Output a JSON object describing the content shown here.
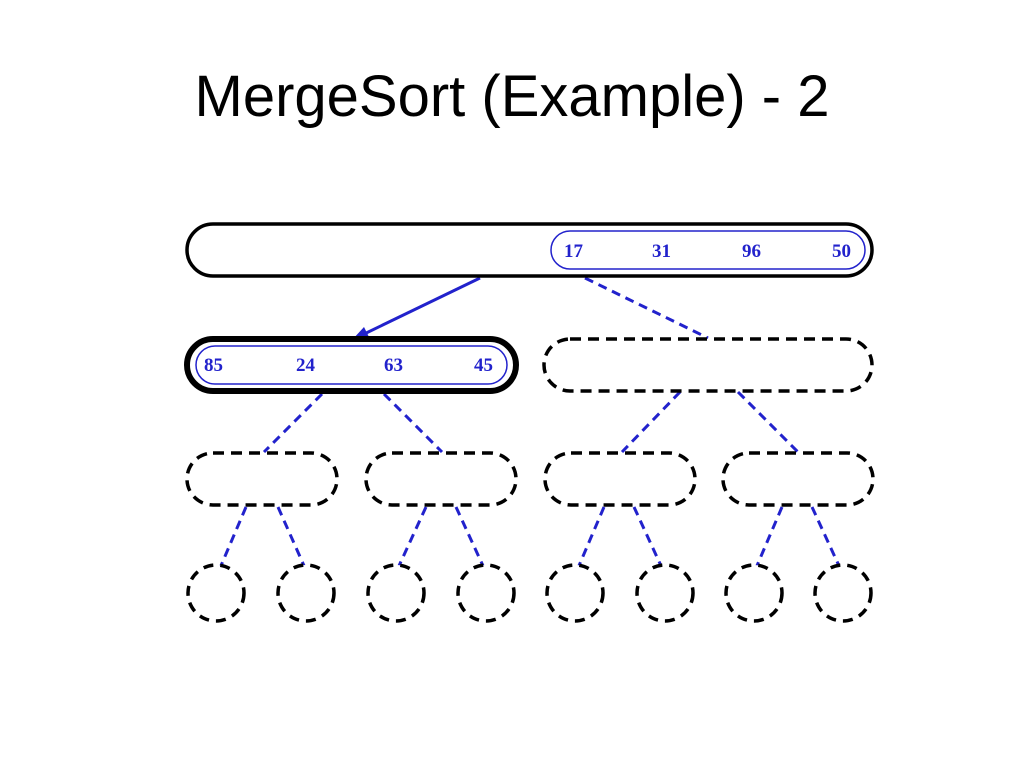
{
  "slide": {
    "title": "MergeSort (Example) - 2"
  },
  "tree": {
    "root": {
      "values": [
        "17",
        "31",
        "96",
        "50"
      ]
    },
    "active_node": {
      "values": [
        "85",
        "24",
        "63",
        "45"
      ]
    }
  },
  "colors": {
    "edge": "#2222cc",
    "node_outline": "#000000",
    "sequence_outline": "#2222cc"
  }
}
